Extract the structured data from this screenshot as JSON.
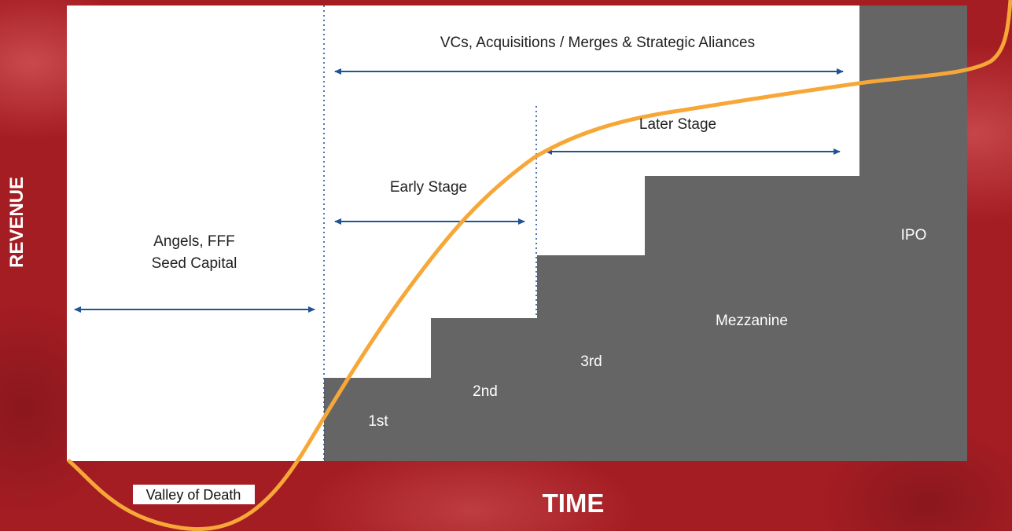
{
  "labels": {
    "vcs_acquisitions": "VCs, Acquisitions / Merges & Strategic Aliances",
    "later_stage": "Later Stage",
    "early_stage": "Early Stage",
    "angels_line1": "Angels, FFF",
    "angels_line2": "Seed Capital",
    "ipo": "IPO",
    "mezzanine": "Mezzanine",
    "third": "3rd",
    "second": "2nd",
    "first": "1st",
    "valley_of_death": "Valley of Death"
  },
  "axes": {
    "y_title": "REVENUE",
    "x_title": "TIME"
  },
  "colors": {
    "background_red": "#a41d23",
    "panel_white": "#ffffff",
    "steps_gray": "#656565",
    "arrow_blue": "#1f5597",
    "curve_orange": "#f7a738"
  }
}
